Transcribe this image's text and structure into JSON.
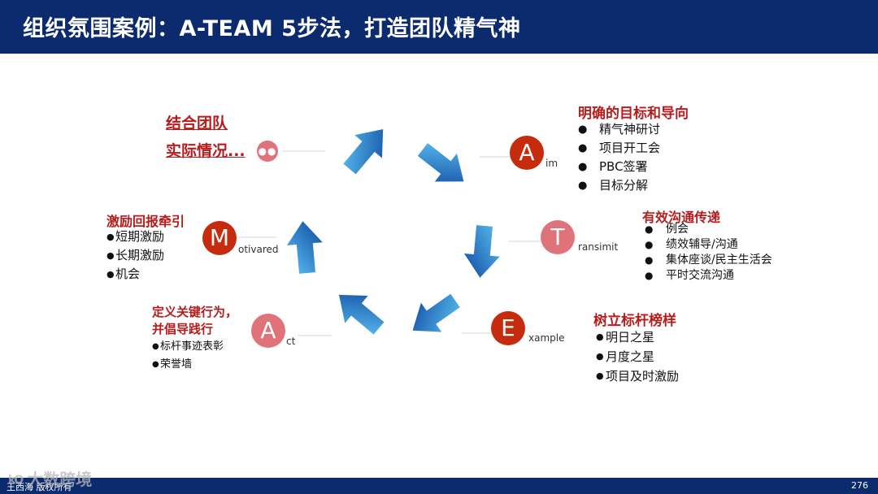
{
  "header": {
    "title": "组织氛围案例：A-TEAM 5步法，打造团队精气神"
  },
  "footer": {
    "text": "王西海 版权所有",
    "page": "276"
  },
  "watermark": {
    "logo": "kO",
    "text": "大数跨境"
  },
  "colors": {
    "header_bg": "#0b2b6e",
    "accent_red": "#c62b0d",
    "accent_pink": "#e0737a",
    "heading_red": "#b71c1c",
    "arrow_blue": "#1565c0"
  },
  "diagram": {
    "start": {
      "label_line1": "结合团队",
      "label_line2": "实际情况...",
      "icon": "dots-circle-icon"
    },
    "aim": {
      "letter": "A",
      "suffix": "im",
      "heading": "明确的目标和导向",
      "items": [
        "精气神研讨",
        "项目开工会",
        "PBC签署",
        "目标分解"
      ]
    },
    "transmit": {
      "letter": "T",
      "suffix": "ransimit",
      "heading": "有效沟通传递",
      "items": [
        "例会",
        "绩效辅导/沟通",
        "集体座谈/民主生活会",
        "平时交流沟通"
      ]
    },
    "example": {
      "letter": "E",
      "suffix": "xample",
      "heading": "树立标杆榜样",
      "items": [
        "明日之星",
        "月度之星",
        "项目及时激励"
      ]
    },
    "act": {
      "letter": "A",
      "suffix": "ct",
      "heading_line1": "定义关键行为，",
      "heading_line2": "并倡导践行",
      "items": [
        "标杆事迹表彰",
        "荣誉墙"
      ]
    },
    "motivated": {
      "letter": "M",
      "suffix": "otivared",
      "heading": "激励回报牵引",
      "items": [
        "短期激励",
        "长期激励",
        "机会"
      ]
    }
  }
}
